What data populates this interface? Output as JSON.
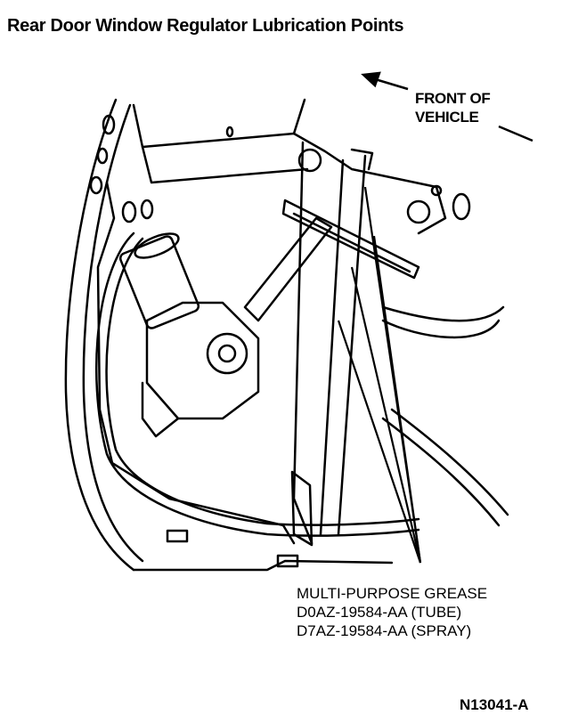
{
  "title": "Rear Door Window Regulator Lubrication Points",
  "callouts": {
    "front_line1": "FRONT OF",
    "front_line2": "VEHICLE",
    "grease_line1": "MULTI-PURPOSE GREASE",
    "grease_line2": "D0AZ-19584-AA (TUBE)",
    "grease_line3": "D7AZ-19584-AA (SPRAY)"
  },
  "figure_id": "N13041-A"
}
